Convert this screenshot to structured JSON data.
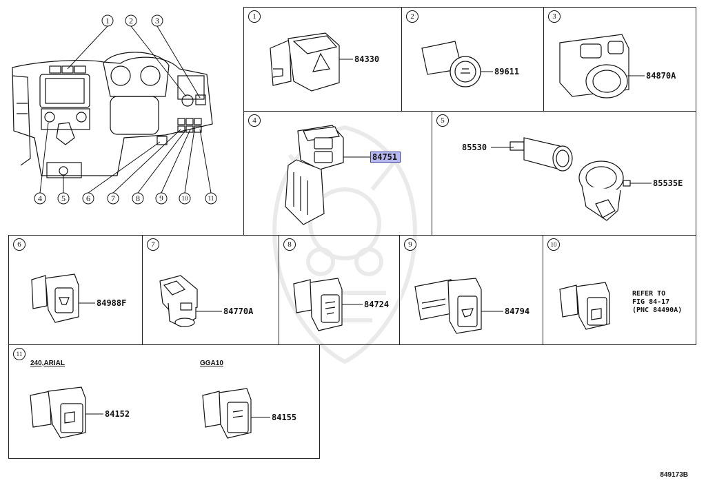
{
  "overview_callouts": [
    "1",
    "2",
    "3",
    "4",
    "5",
    "6",
    "7",
    "8",
    "9",
    "10",
    "11"
  ],
  "panels": [
    {
      "number": "1",
      "parts": [
        "84330"
      ]
    },
    {
      "number": "2",
      "parts": [
        "89611"
      ]
    },
    {
      "number": "3",
      "parts": [
        "84870A"
      ]
    },
    {
      "number": "4",
      "parts": [
        "84751"
      ]
    },
    {
      "number": "5",
      "parts": [
        "85530",
        "85535E"
      ]
    },
    {
      "number": "6",
      "parts": [
        "84988F"
      ]
    },
    {
      "number": "7",
      "parts": [
        "84770A"
      ]
    },
    {
      "number": "8",
      "parts": [
        "84724"
      ]
    },
    {
      "number": "9",
      "parts": [
        "84794"
      ]
    },
    {
      "number": "10",
      "parts": []
    },
    {
      "number": "11",
      "parts": [
        "84152",
        "84155"
      ]
    }
  ],
  "panel10_reference": [
    "REFER TO",
    "FIG 84-17",
    "(PNC 84490A)"
  ],
  "panel11_variants": [
    "240,ARIAL",
    "GGA10"
  ],
  "highlighted_part": "84751",
  "diagram_id": "849173B"
}
